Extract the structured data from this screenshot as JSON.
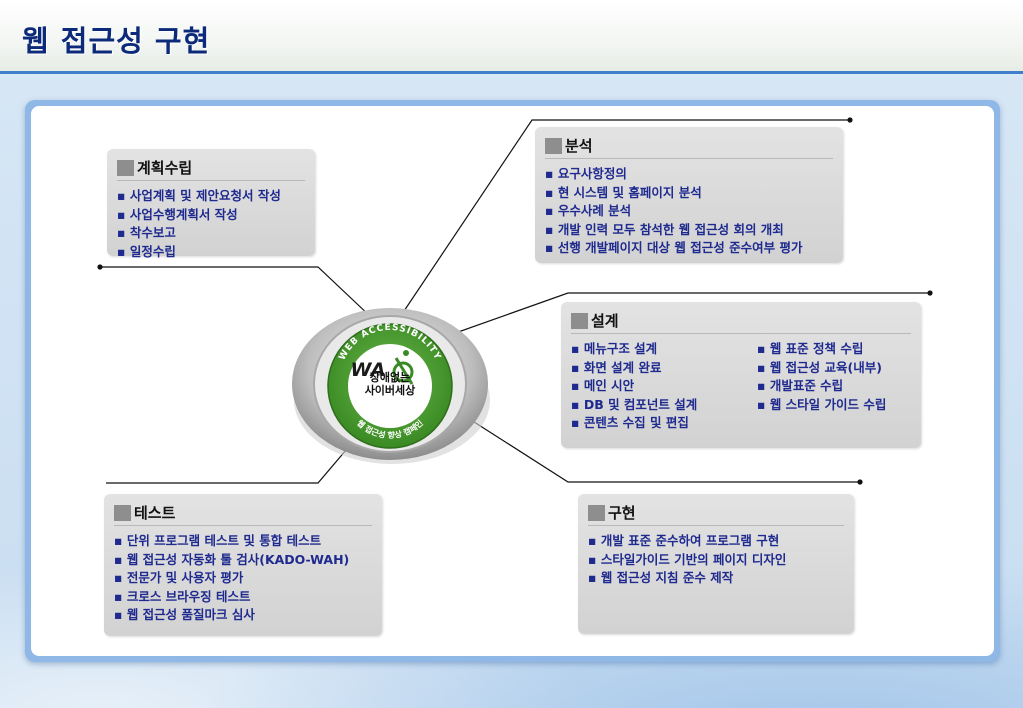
{
  "header": {
    "title": "웹 접근성 구현"
  },
  "emblem": {
    "top_arc": "WEB ACCESSIBILITY",
    "logo": "WA",
    "slogan_line1": "장애없는",
    "slogan_line2": "사이버세상",
    "bottom_arc": "웹 접근성 향상 캠페인",
    "colors": {
      "outer_green": "#4e9a2e",
      "inner_white": "#ffffff",
      "ring_gray": "#9a9a9a"
    }
  },
  "sections": {
    "planning": {
      "title": "계획수립",
      "items": [
        "사업계획 및 제안요청서 작성",
        "사업수행계획서 작성",
        "착수보고",
        "일정수립"
      ]
    },
    "analysis": {
      "title": "분석",
      "items": [
        "요구사항정의",
        "현 시스템 및 홈페이지 분석",
        "우수사례 분석",
        "개발 인력 모두 참석한 웹 접근성 회의 개최",
        "선행 개발페이지 대상 웹 접근성 준수여부 평가"
      ]
    },
    "design": {
      "title": "설계",
      "items_left": [
        "메뉴구조 설계",
        "화면 설계 완료",
        "메인 시안",
        "DB 및 컴포넌트 설계",
        "콘텐츠 수집 및 편집"
      ],
      "items_right": [
        "웹 표준 정책 수립",
        "웹 접근성 교육(내부)",
        "개발표준 수립",
        "웹 스타일 가이드 수립"
      ]
    },
    "test": {
      "title": "테스트",
      "items": [
        "단위 프로그램 테스트 및 통합 테스트",
        "웹 접근성 자동화 툴 검사(KADO-WAH)",
        "전문가 및 사용자 평가",
        "크로스 브라우징 테스트",
        "웹 접근성 품질마크 심사"
      ]
    },
    "implementation": {
      "title": "구현",
      "items": [
        "개발 표준 준수하여 프로그램 구현",
        "스타일가이드 기반의 페이지 디자인",
        "웹 접근성 지침 준수 제작"
      ]
    }
  }
}
